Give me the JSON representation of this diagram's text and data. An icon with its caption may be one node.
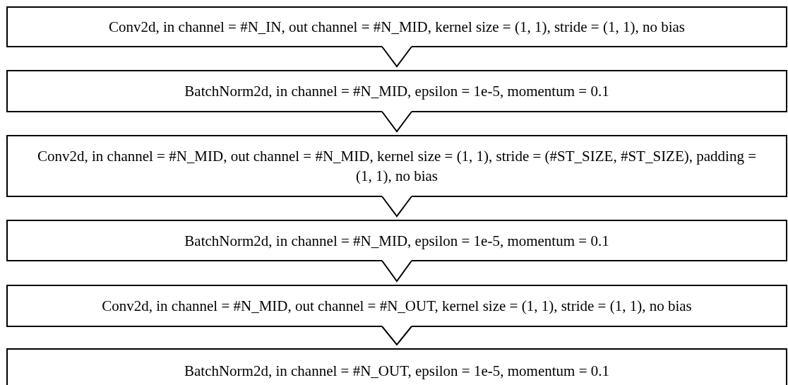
{
  "diagram": {
    "nodes": [
      {
        "text": [
          "Conv2d, in channel = #N_IN, out channel = #N_MID, kernel size = (1, 1), stride = (1, 1), no bias"
        ]
      },
      {
        "text": [
          "BatchNorm2d, in channel = #N_MID, epsilon = 1e-5, momentum = 0.1"
        ]
      },
      {
        "text": [
          "Conv2d, in channel = #N_MID, out channel = #N_MID, kernel size = (1, 1), stride = (#ST_SIZE, #ST_SIZE), padding = (1, 1), no bias"
        ]
      },
      {
        "text": [
          "BatchNorm2d, in channel = #N_MID, epsilon = 1e-5, momentum = 0.1"
        ]
      },
      {
        "text": [
          "Conv2d, in channel = #N_MID, out channel = #N_OUT, kernel size = (1, 1), stride = (1, 1), no bias"
        ]
      },
      {
        "text": [
          "BatchNorm2d, in channel = #N_OUT, epsilon = 1e-5, momentum = 0.1"
        ]
      }
    ],
    "edges": [
      {
        "from": 0,
        "to": 1,
        "arrow": "to"
      },
      {
        "from": 1,
        "to": 2,
        "arrow": "to"
      },
      {
        "from": 2,
        "to": 3,
        "arrow": "to"
      },
      {
        "from": 3,
        "to": 4,
        "arrow": "to"
      },
      {
        "from": 4,
        "to": 5,
        "arrow": "to"
      }
    ]
  }
}
